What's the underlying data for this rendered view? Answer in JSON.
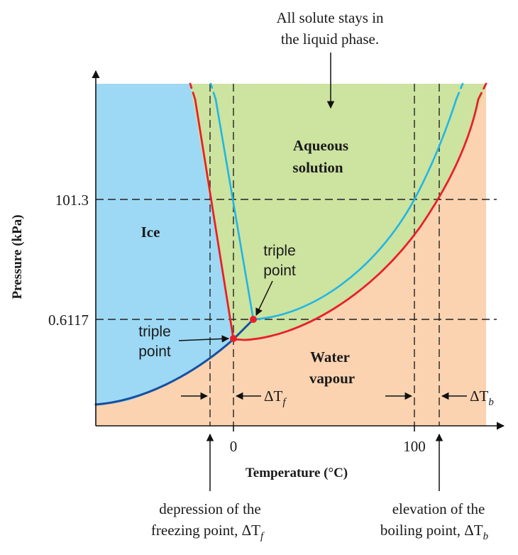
{
  "diagram": {
    "top_note": [
      "All solute stays in",
      "the liquid phase."
    ],
    "regions": {
      "aqueous": [
        "Aqueous",
        "solution"
      ],
      "ice": "Ice",
      "vapour": [
        "Water",
        "vapour"
      ]
    },
    "triple_point_solution": [
      "triple",
      "point"
    ],
    "triple_point_water": [
      "triple",
      "point"
    ],
    "y_axis": {
      "title": "Pressure (kPa)",
      "ticks": [
        "101.3",
        "0.6117"
      ]
    },
    "x_axis": {
      "title": "Temperature (°C)",
      "ticks": [
        "0",
        "100"
      ]
    },
    "delta_tf": "ΔT",
    "delta_tf_sub": "f",
    "delta_tb": "ΔT",
    "delta_tb_sub": "b",
    "bottom_left": [
      "depression of the",
      "freezing point, ΔT"
    ],
    "bottom_left_sub": "f",
    "bottom_right": [
      "elevation of the",
      "boiling point, ΔT"
    ],
    "bottom_right_sub": "b",
    "colors": {
      "ice": "#9dd9f5",
      "liquid": "#cde3a0",
      "vapour": "#fbd3b0",
      "solution_curve": "#e8202a",
      "pure_water_curve": "#1fb6e6",
      "low_curve": "#1450a3",
      "triple_point_dot": "#e8202a"
    }
  }
}
